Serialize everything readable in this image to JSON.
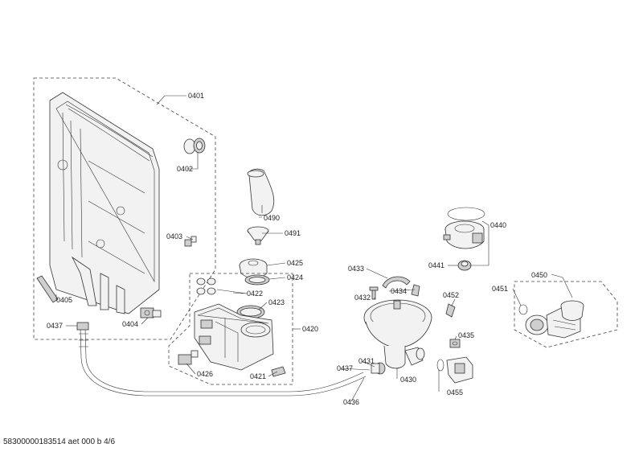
{
  "labels": {
    "p0401": "0401",
    "p0402": "0402",
    "p0403": "0403",
    "p0404": "0404",
    "p0405": "0405",
    "p0437a": "0437",
    "p0490": "0490",
    "p0491": "0491",
    "p0425": "0425",
    "p0424": "0424",
    "p0422": "0422",
    "p0423": "0423",
    "p0420": "0420",
    "p0426": "0426",
    "p0421": "0421",
    "p0433": "0433",
    "p0434": "0434",
    "p0432": "0432",
    "p0452": "0452",
    "p0435": "0435",
    "p0431": "0431",
    "p0437b": "0437",
    "p0430": "0430",
    "p0436": "0436",
    "p0455": "0455",
    "p0440": "0440",
    "p0441": "0441",
    "p0450": "0450",
    "p0451": "0451"
  },
  "footer": "58300000183514 aet 000 b 4/6"
}
